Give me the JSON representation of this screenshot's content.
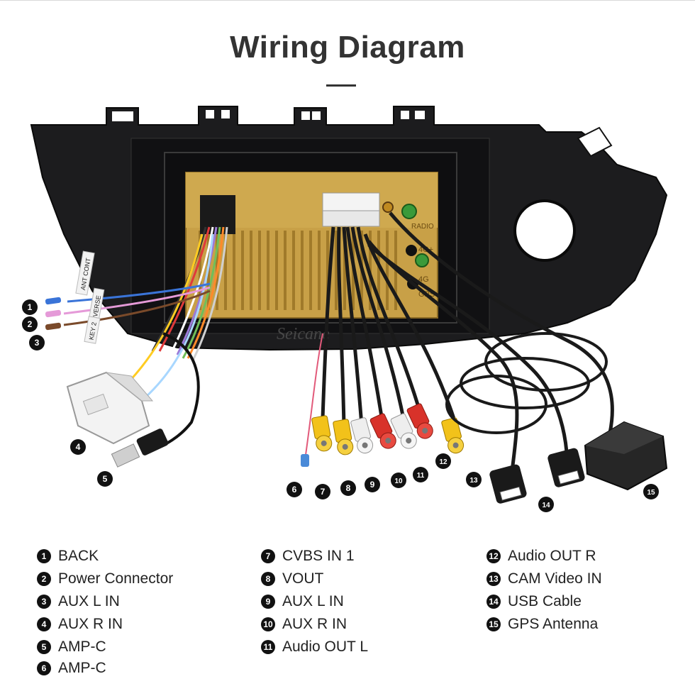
{
  "title": "Wiring Diagram",
  "brand": "Seicane",
  "unit_labels": {
    "radio": "RADIO",
    "port_4g_top": "4G+",
    "port_4g": "4G",
    "gps": "GPS"
  },
  "wire_tags": [
    "ANT CONT",
    "REVERSE",
    "KEY 2"
  ],
  "callouts": [
    "1",
    "2",
    "3",
    "4",
    "5",
    "6",
    "7",
    "8",
    "9",
    "10",
    "11",
    "12",
    "13",
    "14",
    "15"
  ],
  "legend": [
    {
      "num": "1",
      "label": "BACK"
    },
    {
      "num": "2",
      "label": "Power Connector"
    },
    {
      "num": "3",
      "label": "AUX L IN"
    },
    {
      "num": "4",
      "label": "AUX R IN"
    },
    {
      "num": "5",
      "label": "AMP-C"
    },
    {
      "num": "6",
      "label": "AMP-C"
    },
    {
      "num": "7",
      "label": "CVBS IN 1"
    },
    {
      "num": "8",
      "label": "VOUT"
    },
    {
      "num": "9",
      "label": "AUX L IN"
    },
    {
      "num": "10",
      "label": "AUX R IN"
    },
    {
      "num": "11",
      "label": "Audio OUT L"
    },
    {
      "num": "12",
      "label": "Audio OUT R"
    },
    {
      "num": "13",
      "label": "CAM Video IN"
    },
    {
      "num": "14",
      "label": "USB Cable"
    },
    {
      "num": "15",
      "label": "GPS Antenna"
    }
  ],
  "colors": {
    "frame": "#1c1c1e",
    "chassis": "#c8a047",
    "rca_yellow": "#f2c21a",
    "rca_red": "#d8322a",
    "rca_white": "#eeeeee",
    "badge": "#111111"
  }
}
